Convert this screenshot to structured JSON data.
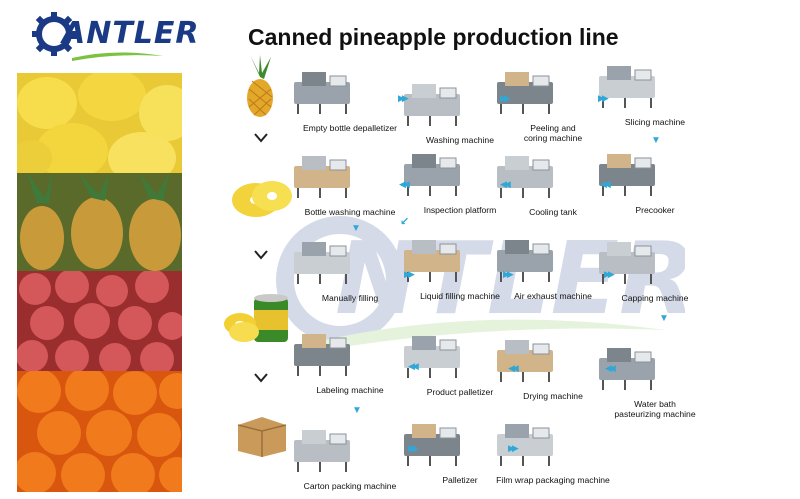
{
  "brand": {
    "name": "ANTLER",
    "primary_color": "#1b3a86",
    "accent_color": "#7cc242"
  },
  "title": "Canned pineapple production line",
  "arrow_color": "#2fa8d8",
  "machines": [
    {
      "id": "empty-bottle-depalletizer",
      "label": "Empty bottle depalletizer"
    },
    {
      "id": "washing-machine",
      "label": "Washing machine"
    },
    {
      "id": "peeling-coring-machine",
      "label": "Peeling and\ncoring machine"
    },
    {
      "id": "slicing-machine",
      "label": "Slicing machine"
    },
    {
      "id": "bottle-washing-machine",
      "label": "Bottle washing machine"
    },
    {
      "id": "inspection-platform",
      "label": "Inspection platform"
    },
    {
      "id": "cooling-tank",
      "label": "Cooling tank"
    },
    {
      "id": "precooker",
      "label": "Precooker"
    },
    {
      "id": "manually-filling",
      "label": "Manually filling"
    },
    {
      "id": "liquid-filling-machine",
      "label": "Liquid filling machine"
    },
    {
      "id": "air-exhaust-machine",
      "label": "Air exhaust machine"
    },
    {
      "id": "capping-machine",
      "label": "Capping machine"
    },
    {
      "id": "labeling-machine",
      "label": "Labeling machine"
    },
    {
      "id": "product-palletizer",
      "label": "Product palletizer"
    },
    {
      "id": "drying-machine",
      "label": "Drying machine"
    },
    {
      "id": "water-bath-pasteurizing-machine",
      "label": "Water bath\npasteurizing machine"
    },
    {
      "id": "carton-packing-machine",
      "label": "Carton packing machine"
    },
    {
      "id": "palletizer",
      "label": "Palletizer"
    },
    {
      "id": "film-wrap-packaging-machine",
      "label": "Film wrap packaging machine"
    }
  ]
}
